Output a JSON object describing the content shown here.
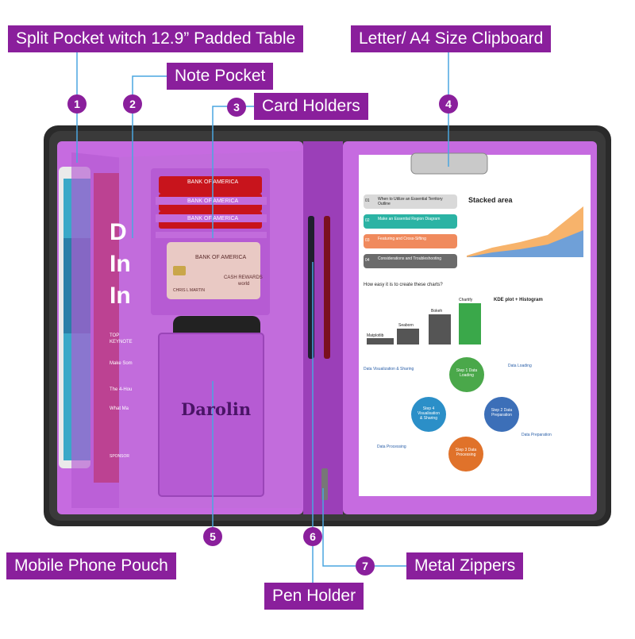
{
  "callouts": [
    {
      "number": "1",
      "text": "Split Pocket witch 12.9” Padded Table"
    },
    {
      "number": "2",
      "text": "Note Pocket"
    },
    {
      "number": "3",
      "text": "Card Holders"
    },
    {
      "number": "4",
      "text": "Letter/ A4 Size Clipboard"
    },
    {
      "number": "5",
      "text": "Mobile Phone Pouch"
    },
    {
      "number": "6",
      "text": "Pen Holder"
    },
    {
      "number": "7",
      "text": "Metal Zippers"
    }
  ],
  "brand": "Darolin",
  "cards": {
    "bank": "BANK OF AMERICA",
    "rewards": "CASH REWARDS",
    "holder": "CHRIS L MARTIN",
    "network": "world"
  },
  "book": {
    "letters": [
      "D",
      "In",
      "In"
    ],
    "small": [
      "TOP",
      "KEYNOTE",
      "Make Som",
      "The 4-Hou",
      "What Ma",
      "SPONSOR"
    ]
  },
  "sheet": {
    "steps": [
      {
        "num": "01",
        "text": "When to Utilize an Essential Territory Outline"
      },
      {
        "num": "02",
        "text": "Make an Essential Region Diagram"
      },
      {
        "num": "03",
        "text": "Featuring and Cross-Sifting"
      },
      {
        "num": "04",
        "text": "Considerations and Troubleshooting"
      }
    ],
    "stacked_title": "Stacked area",
    "question": "How easy it is to create these charts?",
    "bars": [
      "Matplotlib",
      "Seaborn",
      "Bokeh",
      "Chartify"
    ],
    "kde_title": "KDE plot + Histogram",
    "cycle": [
      "Step 1 Data Loading",
      "Step 2 Data Preparation",
      "Step 3 Data Processing",
      "Step 4 Visualisation & Sharing"
    ],
    "notes": [
      "Data Visualization & Sharing",
      "Data Loading",
      "Data Preparation",
      "Data Processing"
    ]
  },
  "colors": {
    "accent": "#8a1f9c",
    "leather": "#c66be0",
    "case": "#2a2a2a"
  }
}
